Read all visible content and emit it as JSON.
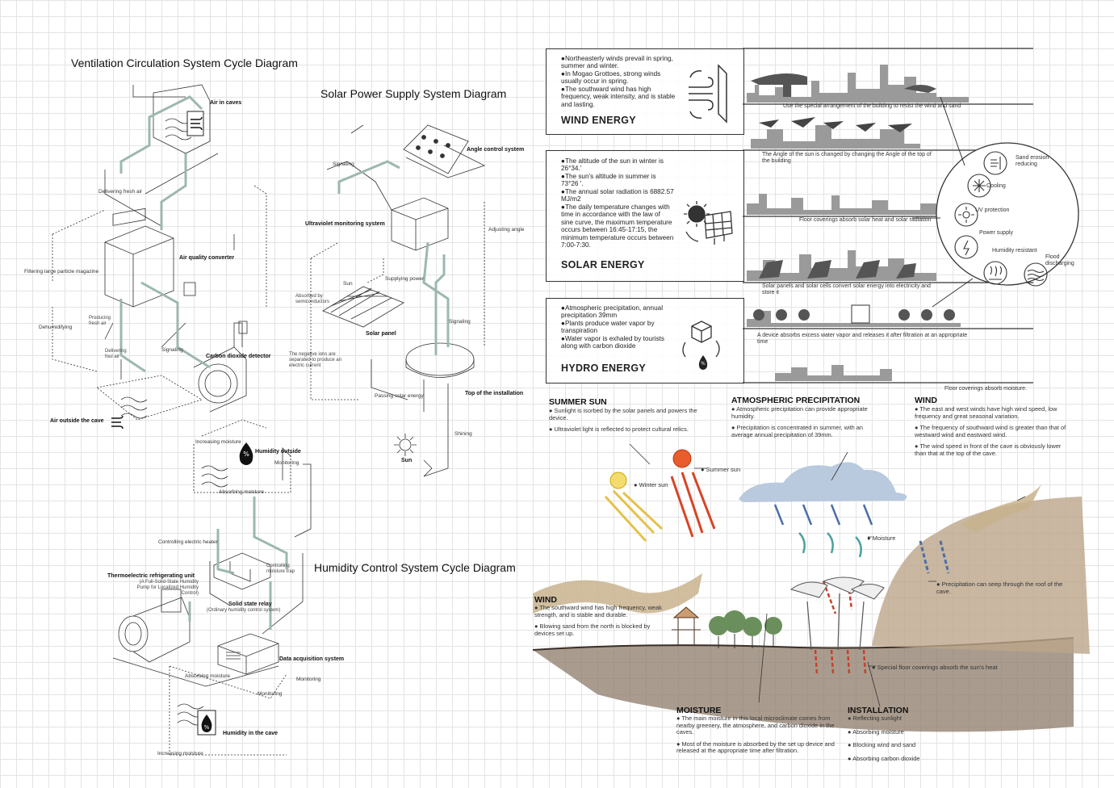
{
  "titles": {
    "ventilation": "Ventilation Circulation System Cycle Diagram",
    "solar": "Solar Power Supply System Diagram",
    "humidity": "Humidity Control System Cycle Diagram"
  },
  "ventilation": {
    "air_in_caves": "Air in caves",
    "delivering_fresh_air": "Delivering fresh air",
    "filtering": "Filtering large particle magazine",
    "dehumidifying": "Dehumidifying",
    "air_quality_converter": "Air quality converter",
    "producing_fresh_air": "Producing fresh air",
    "delivering_foul_air": "Delivering foul air",
    "signaling": "Signaling",
    "co2_detector": "Carbon dioxide detector",
    "air_outside": "Air outside the cave"
  },
  "solar": {
    "angle_control": "Angle control system",
    "signaling_top": "Signaling",
    "adjusting_angle": "Adjusting angle",
    "uv_monitoring": "Ultraviolet monitoring system",
    "sun_small": "Sun",
    "supplying_power": "Supplying power",
    "absorbed": "Absorbed by semiconductors",
    "solar_panel": "Solar panel",
    "signaling_right": "Signaling",
    "negative_ions": "The negative ions are separated to produce an electric current",
    "passing_solar": "Passing solar energy",
    "top_installation": "Top of the installation",
    "shining": "Shining",
    "sun": "Sun"
  },
  "humidity": {
    "increasing_moisture_top": "Increasing moisture",
    "humidity_outside": "Humidity outside",
    "monitoring_top": "Monitoring",
    "absorbing_moisture_top": "Absorbing moisture",
    "controlling_heater": "Controlling electric heater",
    "controlling_trap": "Controlling moisture trap",
    "thermo_unit": "Thermoelectric refrigerating unit",
    "thermo_sub": "(A Full-Solid-State Humidity Pump for Localized Humidity Control)",
    "relay": "Solid state relay",
    "relay_sub": "(Ordinary humidity control system)",
    "daq": "Data acquisition system",
    "absorbing_moisture_bottom": "Absorbing moisture",
    "monitoring_mid": "Monitoring",
    "monitoring_bottom": "Monitoring",
    "humidity_cave": "Humidity in the cave",
    "increasing_moisture_bottom": "Increasing moisture"
  },
  "wind_energy": {
    "lines": [
      "●Northeasterly winds prevail in spring, summer and winter.",
      "●In Mogao Grottoes, strong winds usually occur in spring.",
      "●The southward wind has high frequency, weak intensity, and is stable and lasting."
    ],
    "heading": "WIND ENERGY",
    "strip1_caption": "Use the special arrangement of the building to resist the wind and sand",
    "strip2_caption": "The Angle of the sun is changed by changing the Angle of the top of the building"
  },
  "solar_energy": {
    "lines": [
      "●The altitude of the sun in winter is 26°34.'",
      "●The sun's altitude in summer is 73°26 '.",
      "●The annual solar radiation is 6882.57 MJ/m2",
      "●The daily temperature changes with time in accordance with the law of sine curve, the maximum temperature occurs between 16:45-17:15, the minimum temperature occurs between 7:00-7:30."
    ],
    "heading": "SOLAR ENERGY",
    "strip3_caption": "Floor coverings absorb solar heat and solar radiation",
    "strip4_caption": "Solar panels and solar cells convert solar energy into electricity and store it"
  },
  "hydro_energy": {
    "lines": [
      "●Atmospheric precipitation, annual precipitation 39mm",
      "●Plants produce water vapor by transpiration",
      "●Water vapor is exhaled by tourists along with carbon dioxide"
    ],
    "heading": "HYDRO ENERGY",
    "strip5_caption": "A device absorbs excess water vapor and releases it after filtration at an appropriate time",
    "strip6_caption": "Floor coverings absorb moisture."
  },
  "circle": {
    "sand": "Sand erosion reducing",
    "cooling": "Cooling",
    "uv": "UV protection",
    "power": "Power supply",
    "humidity": "Humidity resistant",
    "flood": "Flood discharging"
  },
  "summer_sun": {
    "heading": "SUMMER SUN",
    "p1": "● Sunlight is isorbed by the solar panels and powers the device.",
    "p2": "● Ultraviolet light is reflected to protect cultural relics."
  },
  "atmospheric": {
    "heading": "ATMOSPHERIC PRECIPITATION",
    "p1": "● Atmospheric precipitation can provide appropriate humidity.",
    "p2": "● Precipitation is concentrated in summer, with an average annual precipitation of 39mm."
  },
  "wind_right": {
    "heading": "WIND",
    "p1": "● The east and west winds have high wind speed, low frequency and great seasonal variation.",
    "p2": "● The frequency of southward wind is greater than that of westward wind and eastward wind.",
    "p3": "● The wind speed in front of the cave is obviously lower than that at the top of the cave."
  },
  "wind_left": {
    "heading": "WIND",
    "p1": "● The southward wind has high frequency, weak strength, and is stable and durable.",
    "p2": "● Blowing sand from the north is blocked by devices set up."
  },
  "moisture_sec": {
    "heading": "MOISTURE",
    "p1": "● The main moisture in this local microclimate comes from nearby greenery, the atmosphere, and carbon dioxide in the caves.",
    "p2": "● Most of the moisture is absorbed by the set up device and released at the appropriate time after filtration."
  },
  "installation": {
    "heading": "INSTALLATION",
    "items": [
      "● Reflecting sunlight",
      "● Absorbing moisture",
      "● Blocking wind and sand",
      "● Absorbing carbon dioxide"
    ]
  },
  "scene": {
    "winter_sun": "● Winter sun",
    "summer_sun": "● Summer sun",
    "moisture": "● Moisture",
    "seep": "● Precipitation can seep through the roof of the cave.",
    "floor": "● Special floor coverings absorb the sun's heat"
  }
}
